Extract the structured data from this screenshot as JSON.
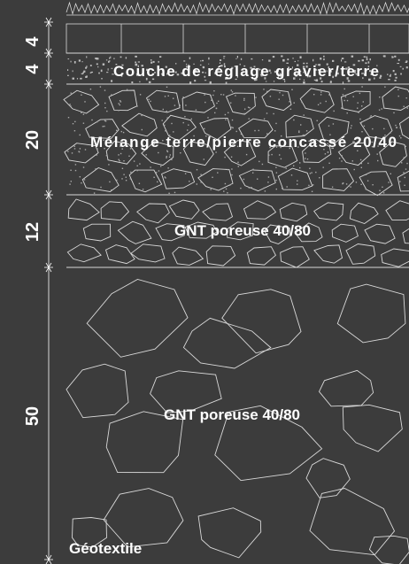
{
  "dimensions": [
    "4",
    "4",
    "20",
    "12",
    "50"
  ],
  "layers": [
    {
      "thickness": "4",
      "label": ""
    },
    {
      "thickness": "4",
      "label": "Couche de réglage gravier/terre"
    },
    {
      "thickness": "20",
      "label": "Mélange terre/pierre concassé 20/40"
    },
    {
      "thickness": "12",
      "label": "GNT poreuse 40/80"
    },
    {
      "thickness": "50",
      "label": "GNT poreuse  40/80"
    }
  ],
  "geotextile_label": "Géotextile",
  "colors": {
    "background": "#3c3c3c",
    "lines": "#d9d9d9",
    "text": "#ffffff"
  }
}
